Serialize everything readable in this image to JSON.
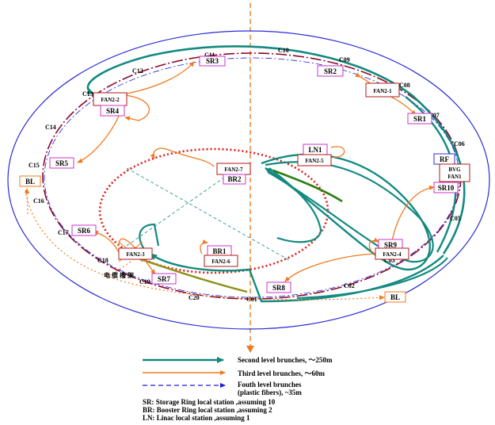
{
  "colors": {
    "second_level": "#138a80",
    "third_level": "#f07a1e",
    "fourth_level": "#1a1adc",
    "booster_ring": "#e01a1a",
    "storage_ring": "#8b0a2a",
    "outer_boundary": "#2b2bd6",
    "linac": "#2e7d12",
    "olive": "#8f8f16",
    "box_storage": "#cc33cc",
    "box_fan": "#b01818"
  },
  "ring_cells": {
    "c01": "C01",
    "c02": "C02",
    "c03": "C03",
    "c05": "C05",
    "c06": "C06",
    "c07": "C07",
    "c08": "C08",
    "c09": "C09",
    "c10": "C10",
    "c11": "C11",
    "c12": "C12",
    "c13": "C13",
    "c14": "C14",
    "c15": "C15",
    "c16": "C16",
    "c17": "C17",
    "c18": "C18",
    "c19": "C19",
    "c20": "C20"
  },
  "stations": {
    "sr1": "SR1",
    "sr2": "SR2",
    "sr3": "SR3",
    "sr4": "SR4",
    "sr5": "SR5",
    "sr6": "SR6",
    "sr7": "SR7",
    "sr8": "SR8",
    "sr9": "SR9",
    "sr10": "SR10",
    "br1": "BR1",
    "br2": "BR2",
    "ln1": "LN1",
    "fan2_1": "FAN2-1",
    "fan2_2": "FAN2-2",
    "fan2_3": "FAN2-3",
    "fan2_4": "FAN2-4",
    "fan2_5": "FAN2-5",
    "fan2_6": "FAN2-6",
    "fan2_7": "FAN2-7",
    "rf": "RF",
    "bvg_fan1_line1": "BVG",
    "bvg_fan1_line2": "FAN1",
    "bl_left": "BL",
    "bl_bottom": "BL",
    "chinese_label": "电 缆 槽 架"
  },
  "legend": {
    "second_level": "Second level brunches, ～250m",
    "third_level": "Third level brunches, ～60m",
    "fourth_level_line1": "Fouth level brunches",
    "fourth_level_line2": "(plastic fibers), ~35m",
    "note_sr": "SR:  Storage Ring local station ,assuming 10",
    "note_br": "BR:  Booster Ring local station ,assuming 2",
    "note_ln": "LN:  Linac local station ,assuming 1"
  }
}
